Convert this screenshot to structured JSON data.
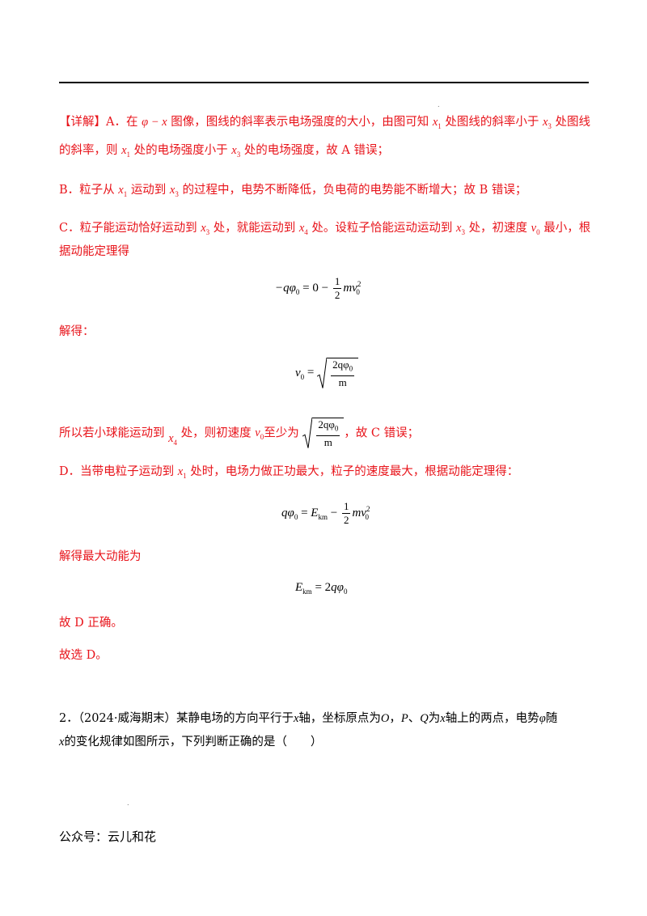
{
  "header": {
    "rule": true
  },
  "answer": {
    "bracket_label": "【详解】",
    "line_a1_pre": "A．在",
    "line_a1_mid1": "图像，图线的斜率表示电场强度的大小，由图可知",
    "line_a1_mid2": "处图线的斜率小于",
    "line_a1_post": "处图线",
    "line_a2_pre": "的斜率，则",
    "line_a2_mid": "处的电场强度小于",
    "line_a2_post": "处的电场强度，故 A 错误；",
    "line_b_pre": "B．粒子从",
    "line_b_mid": "运动到",
    "line_b_post": "的过程中，电势不断降低，负电荷的电势能不断增大；故 B 错误；",
    "line_c1_pre": "C．粒子能运动恰好运动到",
    "line_c1_mid1": "处，就能运动到",
    "line_c1_mid2": "处。设粒子恰能运动运动到",
    "line_c1_mid3": "处，初速度",
    "line_c1_post": "最小，根",
    "line_c2": "据动能定理得",
    "solve_label": "解得：",
    "line_c3_pre": "所以若小球能运动到",
    "line_c3_mid": "处，则初速度",
    "line_c3_mid2": "至少为",
    "line_c3_post": "，故 C 错误；",
    "line_d_pre": "D．当带电粒子运动到",
    "line_d_post": "处时，电场力做正功最大，粒子的速度最大，根据动能定理得：",
    "max_ke_label": "解得最大动能为",
    "d_correct": "故 D 正确。",
    "choose": "故选 D。"
  },
  "question": {
    "line1_pre": "2．（2024·威海期末）某静电场的方向平行于",
    "line1_x": "x",
    "line1_mid": "轴，坐标原点为",
    "line1_O": "O",
    "line1_sep1": "，",
    "line1_P": "P",
    "line1_sep2": "、",
    "line1_Q": "Q",
    "line1_mid2": "为",
    "line1_x2": "x",
    "line1_post": "轴上的两点，电势",
    "line1_phi": "φ",
    "line1_end": "随",
    "line2_x": "x",
    "line2_text": "的变化规律如图所示，下列判断正确的是（　　）"
  },
  "footer": {
    "text": "公众号：云儿和花"
  }
}
